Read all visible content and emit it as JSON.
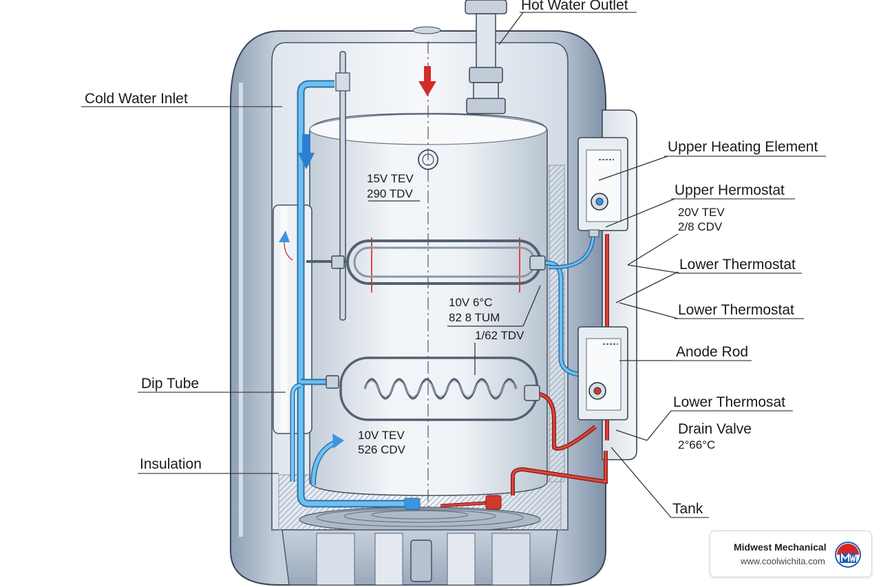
{
  "labels": {
    "hot_water_outlet": "Hot Water Outlet",
    "cold_water_inlet": "Cold Water Inlet",
    "upper_heating_element": "Upper Heating Element",
    "upper_hermostat": "Upper Hermostat",
    "lower_thermostat_1": "Lower Thermostat",
    "lower_thermostat_2": "Lower Thermostat",
    "anode_rod": "Anode Rod",
    "lower_thermostat_3": "Lower Thermosat",
    "drain_valve": "Drain Valve",
    "tank": "Tank",
    "dip_tube": "Dip Tube",
    "insulation": "Insulation"
  },
  "specs": {
    "s1_line1": "15V TEV",
    "s1_line2": "290 TDV",
    "s2_line1": "20V TEV",
    "s2_line2": "2/8 CDV",
    "s3_line1": "10V 6°C",
    "s3_line2": "82 8 TUM",
    "s4_line1": "1/62 TDV",
    "s5_line1": "10V TEV",
    "s5_line2": "526 CDV",
    "drain_temp": "2°66°C"
  },
  "brand": {
    "name": "Midwest Mechanical",
    "url": "www.coolwichita.com"
  },
  "colors": {
    "cold_line": "#3f9fe0",
    "hot_line": "#d23a2f",
    "tank_steel": "#c9d3df",
    "brand_red": "#d7262b",
    "brand_blue": "#1f5fae"
  }
}
